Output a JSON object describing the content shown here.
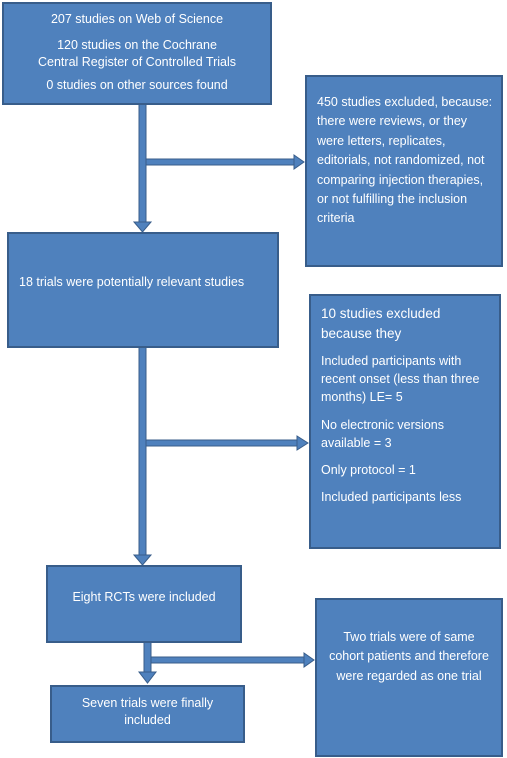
{
  "box1": {
    "line1": "207 studies on Web of Science",
    "line2a": "120 studies on the Cochrane",
    "line2b": "Central Register of Controlled Trials",
    "line3": "0 studies on other sources found"
  },
  "box_excluded1": {
    "text": "450 studies excluded, because: there were reviews, or they were letters, replicates, editorials, not randomized, not comparing injection therapies, or not fulfilling the inclusion criteria"
  },
  "box2": {
    "text": "18 trials were potentially relevant studies"
  },
  "box_excluded2": {
    "heading": "10 studies excluded because they",
    "item1": "Included participants with recent onset (less than three months) LE= 5",
    "item2": "No electronic versions available = 3",
    "item3": "Only protocol = 1",
    "item4": "Included participants less"
  },
  "box3": {
    "text": "Eight RCTs were included"
  },
  "box_excluded3": {
    "text": "Two trials were of same cohort patients and therefore were regarded as one trial"
  },
  "box4": {
    "text": "Seven trials were finally included"
  },
  "colors": {
    "box_fill": "#4f81bd",
    "box_border": "#385d8a",
    "arrow": "#4f81bd"
  }
}
